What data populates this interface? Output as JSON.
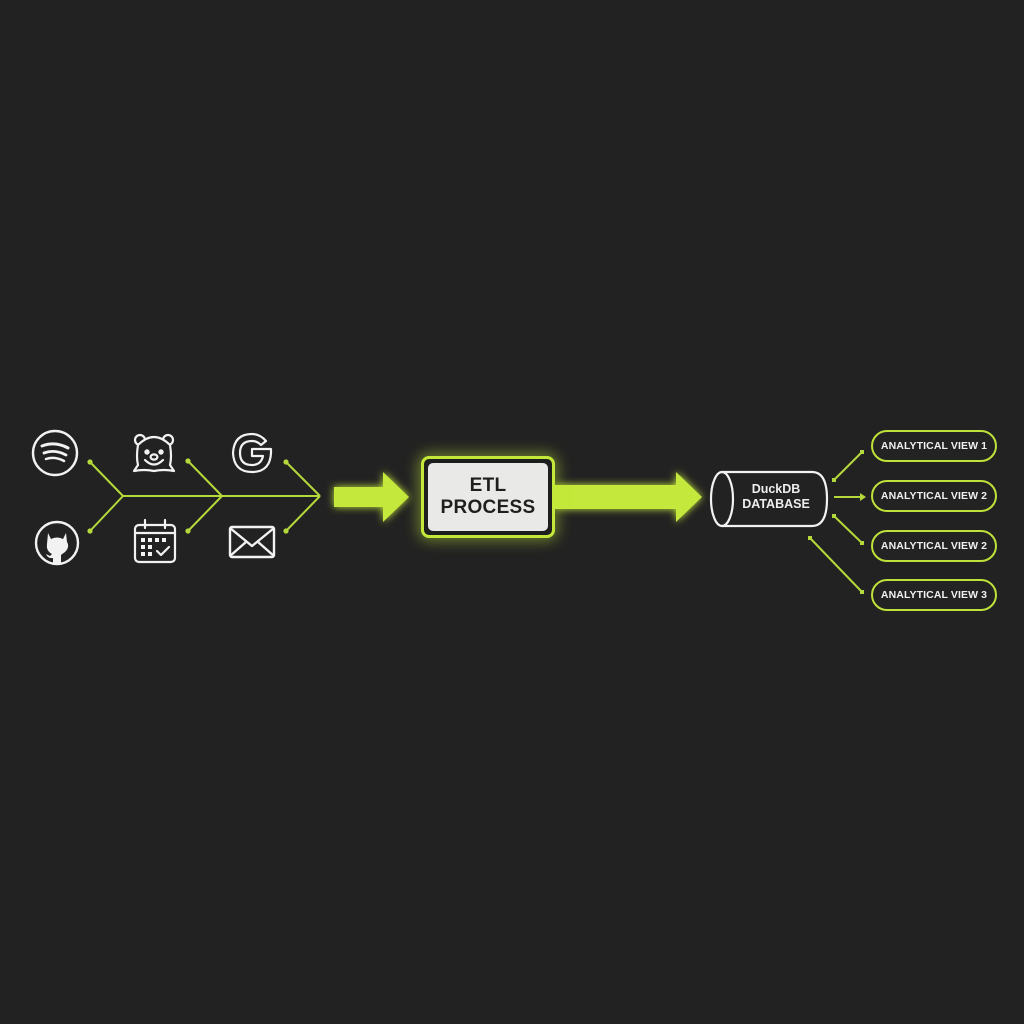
{
  "diagram": {
    "type": "etl-pipeline",
    "background_color": "#222222",
    "accent_color": "#c4e83a",
    "sources": [
      {
        "name": "spotify",
        "icon": "spotify-icon"
      },
      {
        "name": "github",
        "icon": "github-icon"
      },
      {
        "name": "bear",
        "icon": "bear-icon"
      },
      {
        "name": "calendar",
        "icon": "calendar-icon"
      },
      {
        "name": "google",
        "icon": "google-icon"
      },
      {
        "name": "email",
        "icon": "email-icon"
      }
    ],
    "etl": {
      "line1": "ETL",
      "line2": "PROCESS"
    },
    "database": {
      "line1": "DuckDB",
      "line2": "DATABASE"
    },
    "views": [
      {
        "label": "ANALYTICAL VIEW 1"
      },
      {
        "label": "ANALYTICAL VIEW 2"
      },
      {
        "label": "ANALYTICAL VIEW 2"
      },
      {
        "label": "ANALYTICAL VIEW 3"
      }
    ]
  }
}
